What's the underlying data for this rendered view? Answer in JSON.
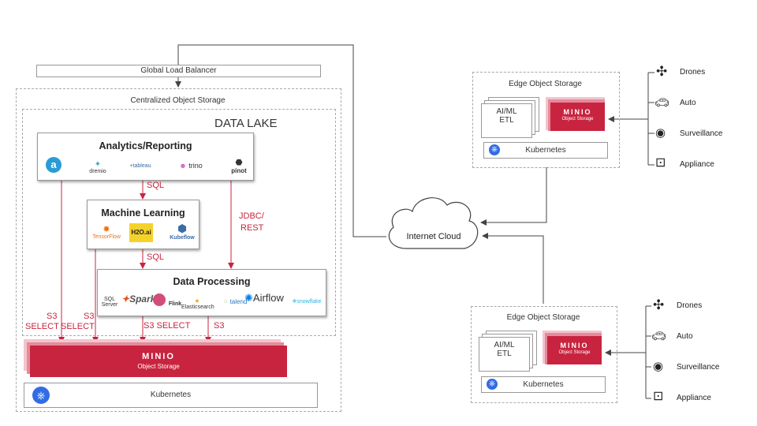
{
  "global_lb": "Global Load Balancer",
  "central": {
    "title": "Centralized Object Storage",
    "data_lake": "DATA LAKE",
    "analytics": {
      "title": "Analytics/Reporting",
      "logos": [
        "dremio",
        "+tableau",
        "trino",
        "pinot"
      ]
    },
    "ml": {
      "title": "Machine Learning",
      "logos": [
        "TensorFlow",
        "H2O.ai",
        "Kubeflow"
      ]
    },
    "processing": {
      "title": "Data Processing",
      "logos": [
        "SQL Server",
        "Spark",
        "Flink",
        "Elasticsearch",
        "talend",
        "Airflow",
        "snowflake"
      ]
    },
    "flow_labels": {
      "sql1": "SQL",
      "sql2": "SQL",
      "jdbc": "JDBC/",
      "rest": "REST",
      "s3a": "S3",
      "selecta": "SELECT",
      "s3b": "S3",
      "selectb": "SELECT",
      "s3select": "S3 SELECT",
      "s3c": "S3"
    },
    "minio": {
      "logo": "MINIO",
      "sub": "Object Storage"
    },
    "kubernetes": "Kubernetes"
  },
  "cloud": "Internet Cloud",
  "edges": [
    {
      "title": "Edge Object Storage",
      "aiml": "AI/ML",
      "etl": "ETL",
      "minio": "MINIO",
      "minio_sub": "Object Storage",
      "kubernetes": "Kubernetes",
      "devices": [
        "Drones",
        "Auto",
        "Surveillance",
        "Appliance"
      ]
    },
    {
      "title": "Edge Object Storage",
      "aiml": "AI/ML",
      "etl": "ETL",
      "minio": "MINIO",
      "minio_sub": "Object Storage",
      "kubernetes": "Kubernetes",
      "devices": [
        "Drones",
        "Auto",
        "Surveillance",
        "Appliance"
      ]
    }
  ],
  "colors": {
    "minio_red": "#c8243f",
    "line": "#444444",
    "dashed": "#aaaaaa"
  }
}
